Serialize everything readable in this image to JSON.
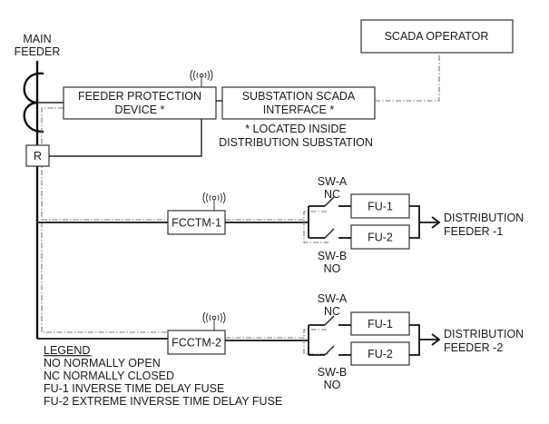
{
  "title_labels": {
    "main_feeder_line1": "MAIN",
    "main_feeder_line2": "FEEDER"
  },
  "blocks": {
    "scada_operator": "SCADA OPERATOR",
    "feeder_protection_line1": "FEEDER PROTECTION",
    "feeder_protection_line2": "DEVICE *",
    "scada_interface_line1": "SUBSTATION SCADA",
    "scada_interface_line2": "INTERFACE *",
    "relay": "R",
    "fcctm1": "FCCTM-1",
    "fcctm2": "FCCTM-2"
  },
  "note": {
    "line1": "* LOCATED INSIDE",
    "line2": "DISTRIBUTION SUBSTATION"
  },
  "branch1": {
    "sw_a": "SW-A",
    "sw_a_state": "NC",
    "sw_b": "SW-B",
    "sw_b_state": "NO",
    "fuse1": "FU-1",
    "fuse2": "FU-2",
    "output_line1": "DISTRIBUTION",
    "output_line2": "FEEDER -1"
  },
  "branch2": {
    "sw_a": "SW-A",
    "sw_a_state": "NC",
    "sw_b": "SW-B",
    "sw_b_state": "NO",
    "fuse1": "FU-1",
    "fuse2": "FU-2",
    "output_line1": "DISTRIBUTION",
    "output_line2": "FEEDER -2"
  },
  "legend": {
    "title": "LEGEND",
    "items": [
      "NO NORMALLY OPEN",
      "NC NORMALLY CLOSED",
      "FU-1 INVERSE TIME DELAY FUSE",
      "FU-2 EXTREME INVERSE TIME DELAY FUSE"
    ]
  }
}
